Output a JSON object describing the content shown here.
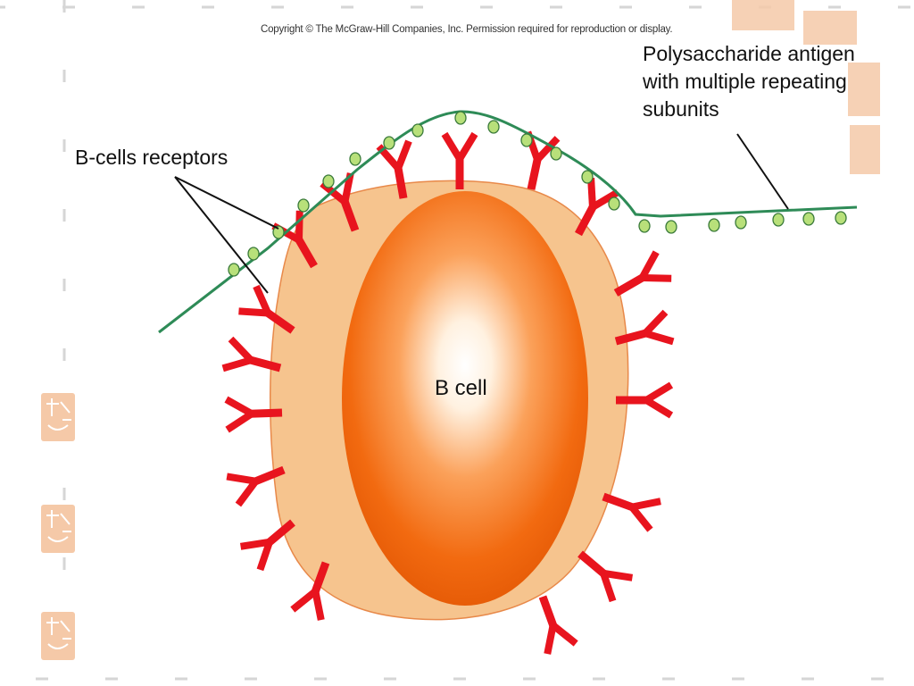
{
  "copyright": "Copyright © The McGraw-Hill Companies, Inc. Permission required for reproduction or display.",
  "labels": {
    "receptors": "B-cells receptors",
    "antigen": [
      "Polysaccharide antigen",
      "with multiple repeating",
      "subunits"
    ],
    "cell": "B cell"
  },
  "colors": {
    "receptor": "#e8141e",
    "antigen_strand": "#2e8b57",
    "antigen_subunit": "#b8e07a",
    "cell_outer": "#f6c48e",
    "cell_inner": "#f26a10",
    "frame_dash": "#d6d6d6",
    "seal": "#f5c9a8"
  }
}
